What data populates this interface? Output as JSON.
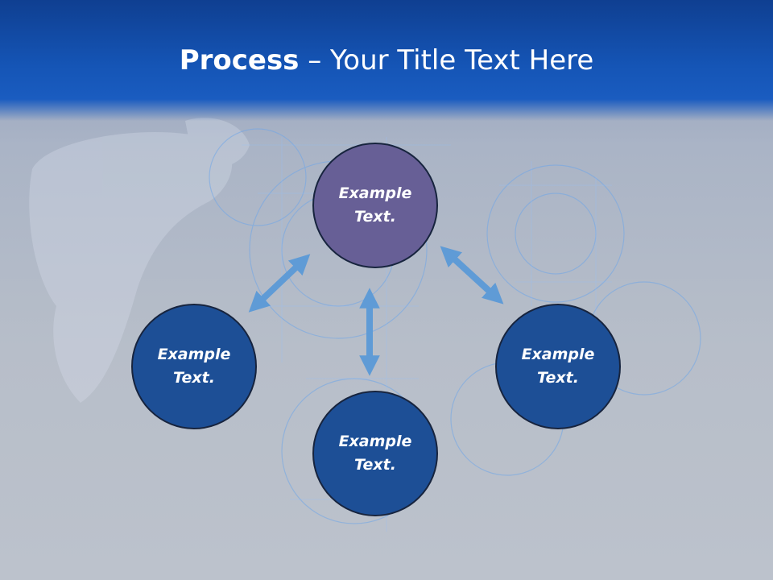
{
  "title": {
    "bold": "Process",
    "rest": " – Your Title Text Here"
  },
  "nodes": {
    "center": "Example Text.",
    "left": "Example Text.",
    "right": "Example Text.",
    "bottom": "Example Text."
  },
  "colors": {
    "header": "#1555b6",
    "center_node": "#675f96",
    "outer_node": "#1d4f96",
    "arrow": "#5f9bd6"
  }
}
